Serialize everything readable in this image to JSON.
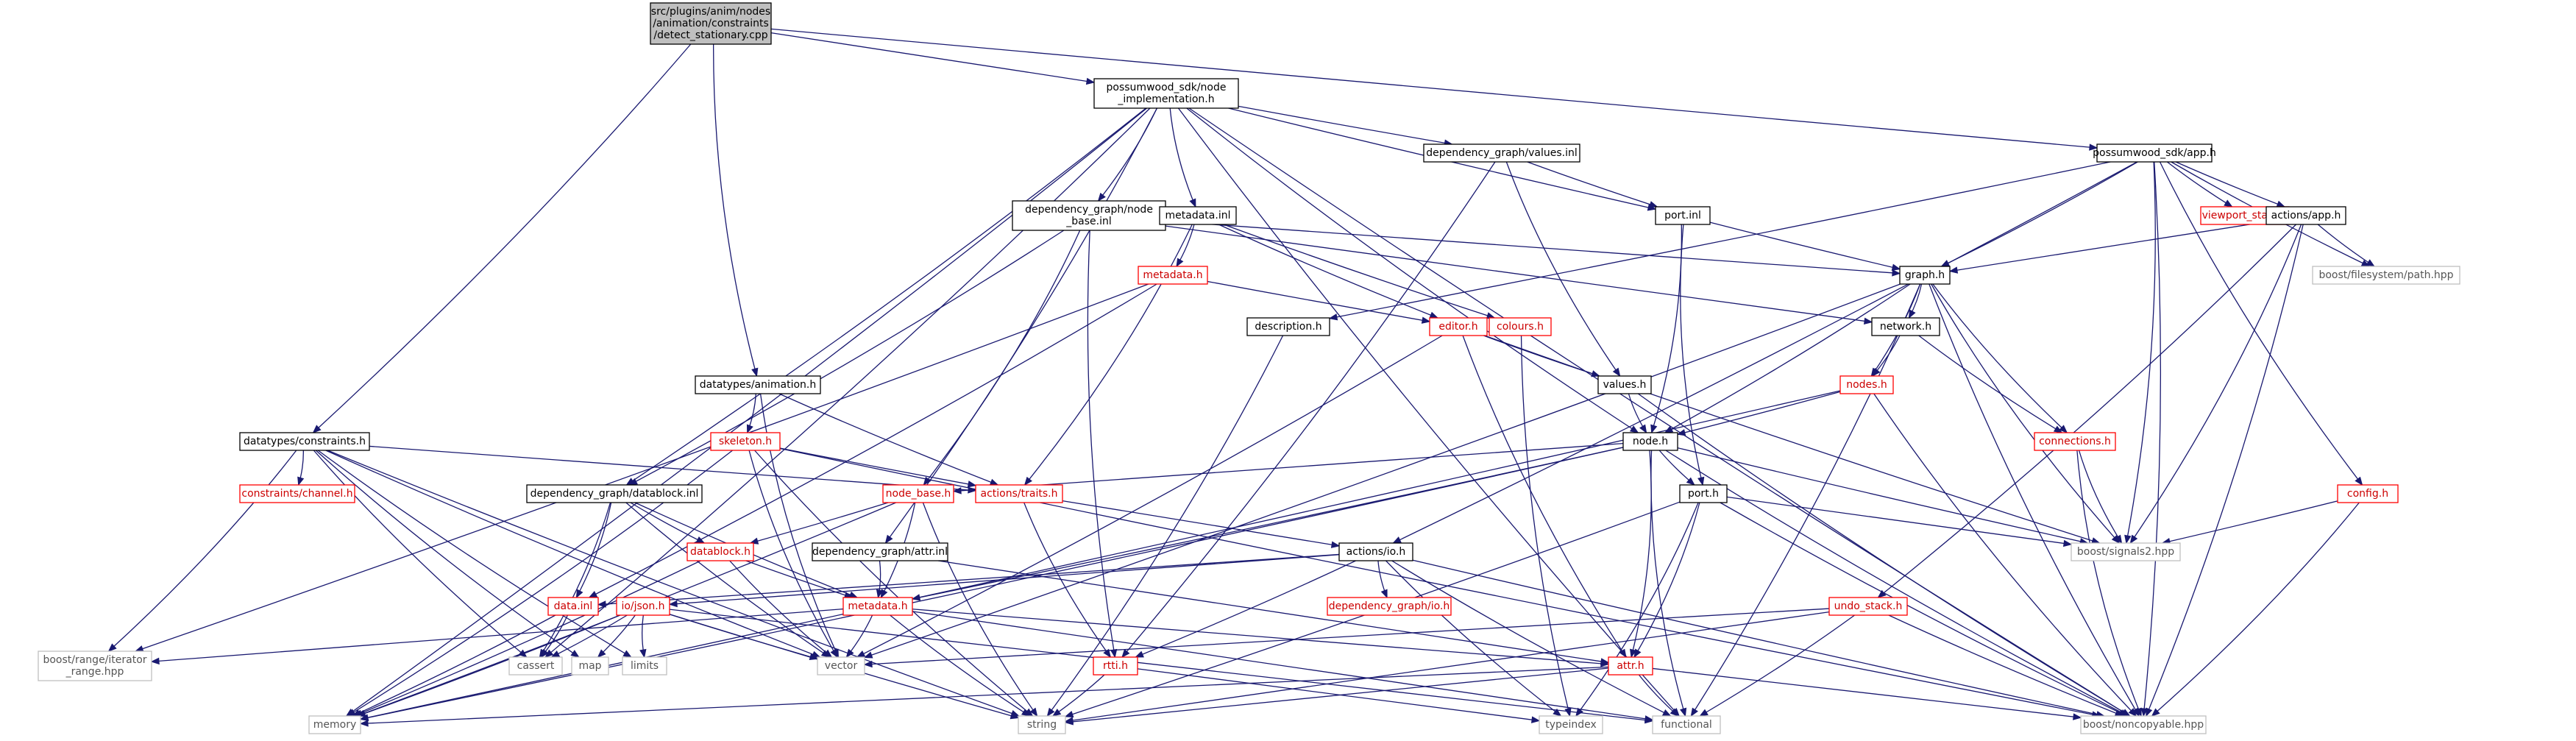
{
  "colors": {
    "edge": "#191970",
    "root_fill": "#bfbfbf",
    "normal_border": "#000000",
    "external_border": "#bfbfbf",
    "incomplete_border": "#ff0000"
  },
  "nodes": [
    {
      "id": "root",
      "lines": [
        "src/plugins/anim/nodes",
        "/animation/constraints",
        "/detect_stationary.cpp"
      ],
      "style": "root"
    },
    {
      "id": "node_impl",
      "lines": [
        "possumwood_sdk/node",
        "_implementation.h"
      ],
      "style": "normal"
    },
    {
      "id": "values_inl",
      "lines": [
        "dependency_graph/values.inl"
      ],
      "style": "normal"
    },
    {
      "id": "app_h",
      "lines": [
        "possumwood_sdk/app.h"
      ],
      "style": "normal"
    },
    {
      "id": "node_base_inl",
      "lines": [
        "dependency_graph/node",
        "_base.inl"
      ],
      "style": "normal"
    },
    {
      "id": "metadata_inl",
      "lines": [
        "metadata.inl"
      ],
      "style": "normal"
    },
    {
      "id": "port_inl",
      "lines": [
        "port.inl"
      ],
      "style": "normal"
    },
    {
      "id": "viewport_state",
      "lines": [
        "viewport_state.h"
      ],
      "style": "red"
    },
    {
      "id": "actions_app",
      "lines": [
        "actions/app.h"
      ],
      "style": "normal"
    },
    {
      "id": "boost_fs_path",
      "lines": [
        "boost/filesystem/path.hpp"
      ],
      "style": "gray"
    },
    {
      "id": "graph_h",
      "lines": [
        "graph.h"
      ],
      "style": "normal"
    },
    {
      "id": "metadata_h_top",
      "lines": [
        "metadata.h"
      ],
      "style": "red"
    },
    {
      "id": "description_h",
      "lines": [
        "description.h"
      ],
      "style": "normal"
    },
    {
      "id": "editor_h",
      "lines": [
        "editor.h"
      ],
      "style": "red"
    },
    {
      "id": "colours_h",
      "lines": [
        "colours.h"
      ],
      "style": "red"
    },
    {
      "id": "network_h",
      "lines": [
        "network.h"
      ],
      "style": "normal"
    },
    {
      "id": "datatypes_animation",
      "lines": [
        "datatypes/animation.h"
      ],
      "style": "normal"
    },
    {
      "id": "values_h",
      "lines": [
        "values.h"
      ],
      "style": "normal"
    },
    {
      "id": "nodes_h",
      "lines": [
        "nodes.h"
      ],
      "style": "red"
    },
    {
      "id": "datatypes_constraints",
      "lines": [
        "datatypes/constraints.h"
      ],
      "style": "normal"
    },
    {
      "id": "skeleton_h",
      "lines": [
        "skeleton.h"
      ],
      "style": "red"
    },
    {
      "id": "node_h",
      "lines": [
        "node.h"
      ],
      "style": "normal"
    },
    {
      "id": "connections_h",
      "lines": [
        "connections.h"
      ],
      "style": "red"
    },
    {
      "id": "constraints_channel",
      "lines": [
        "constraints/channel.h"
      ],
      "style": "red"
    },
    {
      "id": "datablock_inl",
      "lines": [
        "dependency_graph/datablock.inl"
      ],
      "style": "normal"
    },
    {
      "id": "node_base_h",
      "lines": [
        "node_base.h"
      ],
      "style": "red"
    },
    {
      "id": "actions_traits",
      "lines": [
        "actions/traits.h"
      ],
      "style": "red"
    },
    {
      "id": "port_h",
      "lines": [
        "port.h"
      ],
      "style": "normal"
    },
    {
      "id": "config_h",
      "lines": [
        "config.h"
      ],
      "style": "red"
    },
    {
      "id": "boost_signals2",
      "lines": [
        "boost/signals2.hpp"
      ],
      "style": "gray"
    },
    {
      "id": "datablock_h",
      "lines": [
        "datablock.h"
      ],
      "style": "red"
    },
    {
      "id": "attr_inl",
      "lines": [
        "dependency_graph/attr.inl"
      ],
      "style": "normal"
    },
    {
      "id": "actions_io",
      "lines": [
        "actions/io.h"
      ],
      "style": "normal"
    },
    {
      "id": "data_inl",
      "lines": [
        "data.inl"
      ],
      "style": "red"
    },
    {
      "id": "io_json",
      "lines": [
        "io/json.h"
      ],
      "style": "red"
    },
    {
      "id": "metadata_h",
      "lines": [
        "metadata.h"
      ],
      "style": "red"
    },
    {
      "id": "dg_io_h",
      "lines": [
        "dependency_graph/io.h"
      ],
      "style": "red"
    },
    {
      "id": "undo_stack",
      "lines": [
        "undo_stack.h"
      ],
      "style": "red"
    },
    {
      "id": "boost_range",
      "lines": [
        "boost/range/iterator",
        "_range.hpp"
      ],
      "style": "gray"
    },
    {
      "id": "cassert",
      "lines": [
        "cassert"
      ],
      "style": "gray"
    },
    {
      "id": "map",
      "lines": [
        "map"
      ],
      "style": "gray"
    },
    {
      "id": "limits",
      "lines": [
        "limits"
      ],
      "style": "gray"
    },
    {
      "id": "vector",
      "lines": [
        "vector"
      ],
      "style": "gray"
    },
    {
      "id": "rtti_h",
      "lines": [
        "rtti.h"
      ],
      "style": "red"
    },
    {
      "id": "attr_h",
      "lines": [
        "attr.h"
      ],
      "style": "red"
    },
    {
      "id": "memory",
      "lines": [
        "memory"
      ],
      "style": "gray"
    },
    {
      "id": "string",
      "lines": [
        "string"
      ],
      "style": "gray"
    },
    {
      "id": "typeindex",
      "lines": [
        "typeindex"
      ],
      "style": "gray"
    },
    {
      "id": "functional",
      "lines": [
        "functional"
      ],
      "style": "gray"
    },
    {
      "id": "boost_noncopyable",
      "lines": [
        "boost/noncopyable.hpp"
      ],
      "style": "gray"
    }
  ],
  "edges": [
    [
      "root",
      "node_impl"
    ],
    [
      "root",
      "app_h"
    ],
    [
      "root",
      "datatypes_animation"
    ],
    [
      "root",
      "datatypes_constraints"
    ],
    [
      "node_impl",
      "values_inl"
    ],
    [
      "node_impl",
      "node_base_inl"
    ],
    [
      "node_impl",
      "metadata_inl"
    ],
    [
      "node_impl",
      "port_inl"
    ],
    [
      "node_impl",
      "datablock_inl"
    ],
    [
      "node_impl",
      "attr_inl"
    ],
    [
      "node_impl",
      "node_h"
    ],
    [
      "node_impl",
      "memory"
    ],
    [
      "node_impl",
      "functional"
    ],
    [
      "node_impl",
      "boost_noncopyable"
    ],
    [
      "node_impl",
      "cassert"
    ],
    [
      "values_inl",
      "port_inl"
    ],
    [
      "values_inl",
      "values_h"
    ],
    [
      "values_inl",
      "rtti_h"
    ],
    [
      "app_h",
      "graph_h"
    ],
    [
      "app_h",
      "viewport_state"
    ],
    [
      "app_h",
      "actions_app"
    ],
    [
      "app_h",
      "boost_fs_path"
    ],
    [
      "app_h",
      "boost_signals2"
    ],
    [
      "app_h",
      "description_h"
    ],
    [
      "app_h",
      "actions_io"
    ],
    [
      "app_h",
      "config_h"
    ],
    [
      "app_h",
      "boost_noncopyable"
    ],
    [
      "node_base_inl",
      "graph_h"
    ],
    [
      "node_base_inl",
      "node_base_h"
    ],
    [
      "node_base_inl",
      "rtti_h"
    ],
    [
      "node_base_inl",
      "datablock_inl"
    ],
    [
      "node_base_inl",
      "network_h"
    ],
    [
      "metadata_inl",
      "metadata_h_top"
    ],
    [
      "metadata_inl",
      "editor_h"
    ],
    [
      "metadata_inl",
      "colours_h"
    ],
    [
      "metadata_inl",
      "actions_traits"
    ],
    [
      "port_inl",
      "graph_h"
    ],
    [
      "port_inl",
      "node_h"
    ],
    [
      "port_inl",
      "port_h"
    ],
    [
      "actions_app",
      "graph_h"
    ],
    [
      "actions_app",
      "boost_fs_path"
    ],
    [
      "actions_app",
      "boost_signals2"
    ],
    [
      "actions_app",
      "undo_stack"
    ],
    [
      "actions_app",
      "boost_noncopyable"
    ],
    [
      "graph_h",
      "network_h"
    ],
    [
      "graph_h",
      "nodes_h"
    ],
    [
      "graph_h",
      "connections_h"
    ],
    [
      "graph_h",
      "node_h"
    ],
    [
      "graph_h",
      "boost_signals2"
    ],
    [
      "graph_h",
      "functional"
    ],
    [
      "graph_h",
      "boost_noncopyable"
    ],
    [
      "graph_h",
      "vector"
    ],
    [
      "metadata_h_top",
      "editor_h"
    ],
    [
      "metadata_h_top",
      "boost_range"
    ],
    [
      "metadata_h_top",
      "data_inl"
    ],
    [
      "description_h",
      "string"
    ],
    [
      "editor_h",
      "values_h"
    ],
    [
      "editor_h",
      "vector"
    ],
    [
      "editor_h",
      "attr_h"
    ],
    [
      "editor_h",
      "boost_signals2"
    ],
    [
      "colours_h",
      "typeindex"
    ],
    [
      "network_h",
      "nodes_h"
    ],
    [
      "network_h",
      "connections_h"
    ],
    [
      "datatypes_animation",
      "skeleton_h"
    ],
    [
      "datatypes_animation",
      "actions_traits"
    ],
    [
      "datatypes_animation",
      "vector"
    ],
    [
      "values_h",
      "node_h"
    ],
    [
      "values_h",
      "boost_noncopyable"
    ],
    [
      "nodes_h",
      "node_h"
    ],
    [
      "nodes_h",
      "memory"
    ],
    [
      "nodes_h",
      "boost_noncopyable"
    ],
    [
      "datatypes_constraints",
      "constraints_channel"
    ],
    [
      "datatypes_constraints",
      "actions_traits"
    ],
    [
      "datatypes_constraints",
      "boost_range"
    ],
    [
      "datatypes_constraints",
      "map"
    ],
    [
      "datatypes_constraints",
      "limits"
    ],
    [
      "datatypes_constraints",
      "vector"
    ],
    [
      "datatypes_constraints",
      "string"
    ],
    [
      "datatypes_constraints",
      "cassert"
    ],
    [
      "skeleton_h",
      "actions_traits"
    ],
    [
      "skeleton_h",
      "memory"
    ],
    [
      "skeleton_h",
      "string"
    ],
    [
      "skeleton_h",
      "vector"
    ],
    [
      "skeleton_h",
      "boost_noncopyable"
    ],
    [
      "node_h",
      "node_base_h"
    ],
    [
      "node_h",
      "port_h"
    ],
    [
      "node_h",
      "attr_h"
    ],
    [
      "node_h",
      "metadata_h"
    ],
    [
      "node_h",
      "boost_signals2"
    ],
    [
      "node_h",
      "boost_noncopyable"
    ],
    [
      "node_h",
      "functional"
    ],
    [
      "node_h",
      "memory"
    ],
    [
      "connections_h",
      "boost_signals2"
    ],
    [
      "connections_h",
      "boost_noncopyable"
    ],
    [
      "datablock_inl",
      "datablock_h"
    ],
    [
      "datablock_inl",
      "data_inl"
    ],
    [
      "datablock_inl",
      "cassert"
    ],
    [
      "datablock_inl",
      "metadata_h"
    ],
    [
      "datablock_inl",
      "vector"
    ],
    [
      "node_base_h",
      "datablock_h"
    ],
    [
      "node_base_h",
      "metadata_h"
    ],
    [
      "node_base_h",
      "string"
    ],
    [
      "node_base_h",
      "memory"
    ],
    [
      "actions_traits",
      "actions_io"
    ],
    [
      "actions_traits",
      "rtti_h"
    ],
    [
      "port_h",
      "attr_h"
    ],
    [
      "port_h",
      "boost_signals2"
    ],
    [
      "port_h",
      "typeindex"
    ],
    [
      "port_h",
      "string"
    ],
    [
      "port_h",
      "boost_noncopyable"
    ],
    [
      "config_h",
      "boost_signals2"
    ],
    [
      "config_h",
      "boost_noncopyable"
    ],
    [
      "datablock_h",
      "metadata_h"
    ],
    [
      "datablock_h",
      "vector"
    ],
    [
      "datablock_h",
      "memory"
    ],
    [
      "attr_inl",
      "metadata_h"
    ],
    [
      "attr_inl",
      "attr_h"
    ],
    [
      "actions_io",
      "io_json"
    ],
    [
      "actions_io",
      "dg_io_h"
    ],
    [
      "actions_io",
      "data_inl"
    ],
    [
      "actions_io",
      "rtti_h"
    ],
    [
      "actions_io",
      "typeindex"
    ],
    [
      "actions_io",
      "functional"
    ],
    [
      "actions_io",
      "boost_noncopyable"
    ],
    [
      "data_inl",
      "cassert"
    ],
    [
      "data_inl",
      "memory"
    ],
    [
      "io_json",
      "cassert"
    ],
    [
      "io_json",
      "map"
    ],
    [
      "io_json",
      "limits"
    ],
    [
      "io_json",
      "vector"
    ],
    [
      "io_json",
      "string"
    ],
    [
      "io_json",
      "memory"
    ],
    [
      "io_json",
      "functional"
    ],
    [
      "metadata_h",
      "vector"
    ],
    [
      "metadata_h",
      "string"
    ],
    [
      "metadata_h",
      "attr_h"
    ],
    [
      "metadata_h",
      "boost_range"
    ],
    [
      "metadata_h",
      "functional"
    ],
    [
      "undo_stack",
      "vector"
    ],
    [
      "undo_stack",
      "functional"
    ],
    [
      "undo_stack",
      "boost_noncopyable"
    ],
    [
      "undo_stack",
      "string"
    ],
    [
      "rtti_h",
      "string"
    ],
    [
      "rtti_h",
      "typeindex"
    ],
    [
      "attr_h",
      "string"
    ],
    [
      "attr_h",
      "memory"
    ],
    [
      "attr_h",
      "functional"
    ],
    [
      "attr_h",
      "boost_noncopyable"
    ]
  ]
}
